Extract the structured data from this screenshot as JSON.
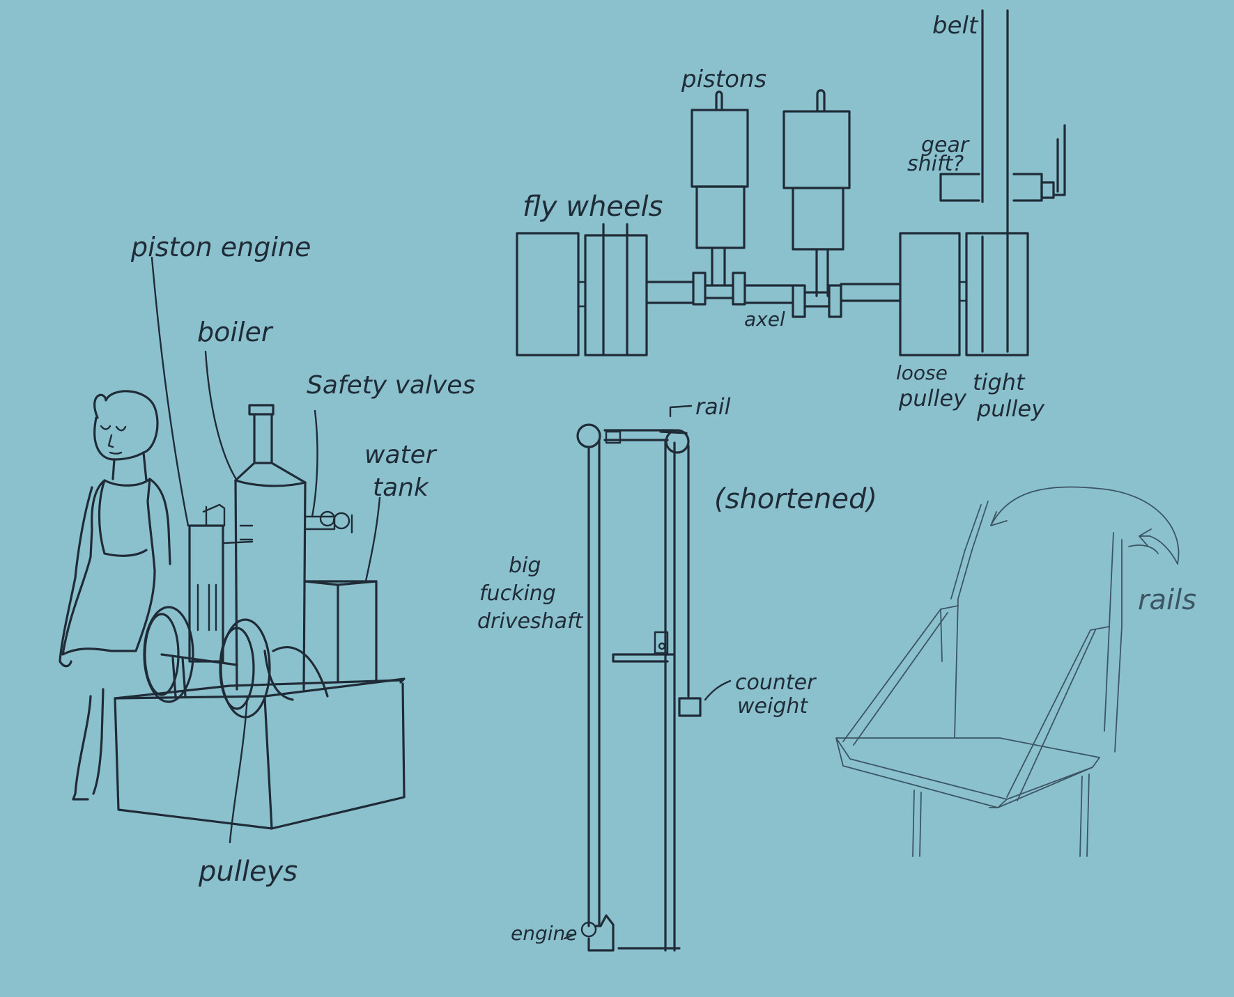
{
  "background_color": "#8bc1cd",
  "ink_color": "#1f2c38",
  "engine_sketch": {
    "piston_engine": "piston engine",
    "boiler": "boiler",
    "safety_valves": "Safety valves",
    "water_tank": [
      "water",
      "tank"
    ],
    "pulleys": "pulleys"
  },
  "drivetrain_diagram": {
    "belt": "belt",
    "pistons": "pistons",
    "gear_shift": [
      "gear",
      "shift?"
    ],
    "fly_wheels": "fly wheels",
    "axel": "axel",
    "loose_pulley": [
      "loose",
      "pulley"
    ],
    "tight_pulley": [
      "tight",
      "pulley"
    ]
  },
  "shaft_diagram": {
    "rail": "rail",
    "shortened": "(shortened)",
    "driveshaft": [
      "big",
      "fucking",
      "driveshaft"
    ],
    "counterweight": [
      "counter",
      "weight"
    ],
    "engine": "engine"
  },
  "chair_sketch": {
    "rails": "rails"
  }
}
